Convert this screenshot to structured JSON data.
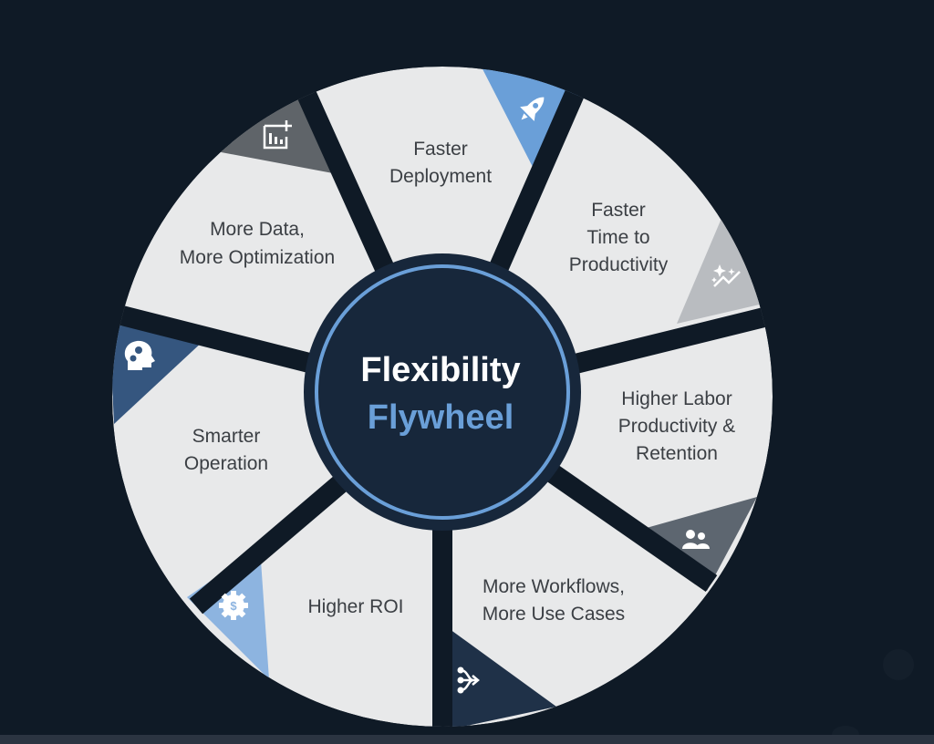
{
  "title": {
    "line1": "Flexibility",
    "line2": "Flywheel"
  },
  "colors": {
    "background": "#0f1a26",
    "segment": "#e8e9ea",
    "hub": "#17273b",
    "ring": "#6a9fd8",
    "title_white": "#ffffff",
    "title_blue": "#6a9fd8",
    "label_text": "#3b3f44"
  },
  "segments": [
    {
      "label_line1": "Faster",
      "label_line2": "Deployment",
      "label_line3": "",
      "icon": "rocket-icon",
      "flap_color": "#6a9fd8"
    },
    {
      "label_line1": "Faster",
      "label_line2": "Time to",
      "label_line3": "Productivity",
      "icon": "sparkle-trend-icon",
      "flap_color": "#b9bcc0"
    },
    {
      "label_line1": "Higher Labor",
      "label_line2": "Productivity &",
      "label_line3": "Retention",
      "icon": "people-icon",
      "flap_color": "#5d6670"
    },
    {
      "label_line1": "More Workflows,",
      "label_line2": "More Use Cases",
      "label_line3": "",
      "icon": "branch-arrow-icon",
      "flap_color": "#1f3148"
    },
    {
      "label_line1": "Higher ROI",
      "label_line2": "",
      "label_line3": "",
      "icon": "dollar-gear-icon",
      "flap_color": "#8db4e0"
    },
    {
      "label_line1": "Smarter",
      "label_line2": "Operation",
      "label_line3": "",
      "icon": "head-gears-icon",
      "flap_color": "#35567f"
    },
    {
      "label_line1": "More Data,",
      "label_line2": "More Optimization",
      "label_line3": "",
      "icon": "chart-plus-icon",
      "flap_color": "#5f6469"
    }
  ]
}
